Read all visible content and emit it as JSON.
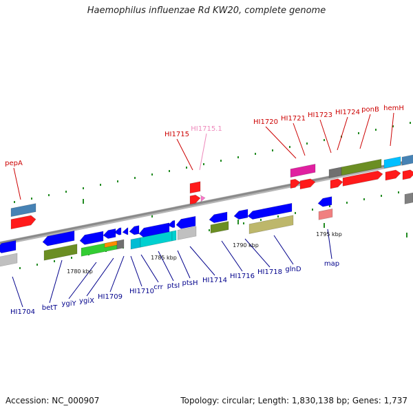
{
  "title": "Haemophilus influenzae Rd KW20, complete genome",
  "footer": {
    "accession_label": "Accession:",
    "accession": "NC_000907",
    "stats": "Topology: circular; Length: 1,830,138 bp; Genes: 1,737"
  },
  "colors": {
    "backbone": "#8a8a8a",
    "tick": "#228b22",
    "label_forward": "#cc0000",
    "label_reverse": "#00008b",
    "label_faint": "#ee88bb"
  },
  "scale_labels": [
    "1780 kbp",
    "1785 kbp",
    "1790 kbp",
    "1795 kbp"
  ],
  "forward_genes": [
    {
      "label": "pepA",
      "color": "#ff2020",
      "style": "arrow"
    },
    {
      "label": "HI1715",
      "color": "#ff2020",
      "style": "block"
    },
    {
      "label": "HI1715.1",
      "color": "#ff66cc",
      "style": "small",
      "faint": true
    },
    {
      "label": "HI1720",
      "color": "#ff2020",
      "style": "arrow"
    },
    {
      "label": "HI1721",
      "color": "#ff2020",
      "style": "arrow"
    },
    {
      "label": "HI1723",
      "color": "#ff2020",
      "style": "arrow"
    },
    {
      "label": "HI1724",
      "color": "#ff2020",
      "style": "arrow"
    },
    {
      "label": "ponB",
      "color": "#ff2020",
      "style": "arrow"
    },
    {
      "label": "hemH",
      "color": "#ff2020",
      "style": "arrow"
    }
  ],
  "reverse_genes": [
    {
      "label": "HI1704"
    },
    {
      "label": "betT"
    },
    {
      "label": "ygiY"
    },
    {
      "label": "ygiX"
    },
    {
      "label": "HI1709"
    },
    {
      "label": "HI1710"
    },
    {
      "label": "crr"
    },
    {
      "label": "ptsI"
    },
    {
      "label": "ptsH"
    },
    {
      "label": "HI1714"
    },
    {
      "label": "HI1716"
    },
    {
      "label": "HI1718"
    },
    {
      "label": "glnD"
    },
    {
      "label": "map"
    }
  ]
}
